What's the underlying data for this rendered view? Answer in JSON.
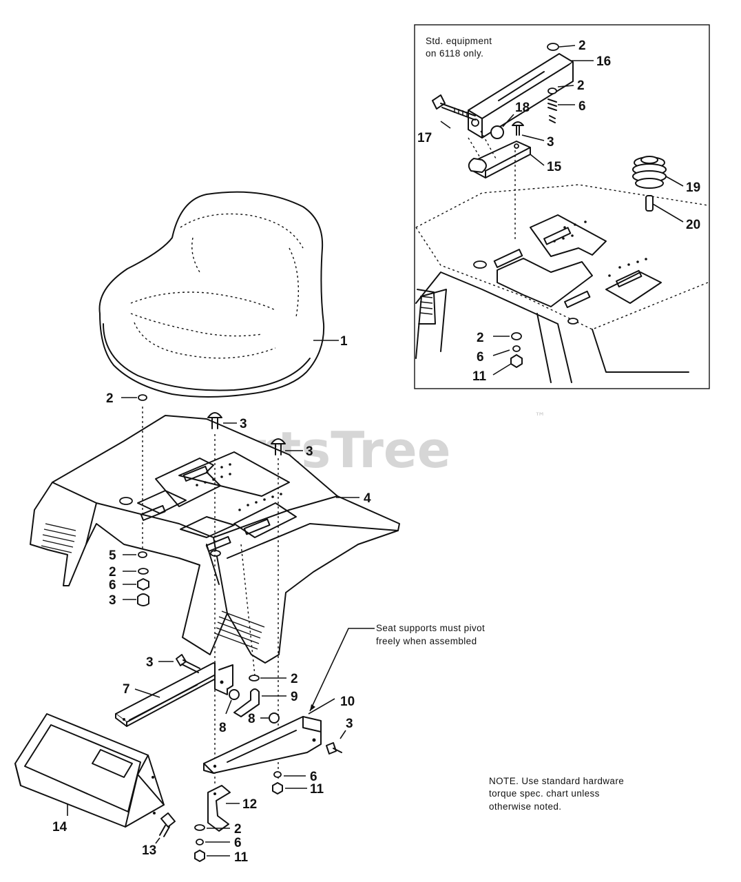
{
  "watermark": {
    "text": "PartsTree",
    "trademark": "™"
  },
  "inset_note": {
    "line1": "Std. equipment",
    "line2": "on 6118 only."
  },
  "pivot_note": {
    "line1": "Seat supports must pivot",
    "line2": "freely when assembled"
  },
  "hardware_note": {
    "line1": "NOTE. Use standard hardware",
    "line2": "torque spec. chart unless",
    "line3": "otherwise noted."
  },
  "callouts": {
    "c2_inset_top": "2",
    "c16": "16",
    "c2_inset_mid": "2",
    "c6_inset_mid": "6",
    "c18": "18",
    "c17": "17",
    "c3_inset": "3",
    "c15": "15",
    "c19": "19",
    "c20": "20",
    "c2_inset_low": "2",
    "c6_inset_low": "6",
    "c11_inset_low": "11",
    "c1": "1",
    "c2_seat": "2",
    "c3_top": "3",
    "c3_right": "3",
    "c4": "4",
    "c5": "5",
    "c2_left": "2",
    "c6_left": "6",
    "c3_left": "3",
    "c3_bracket": "3",
    "c7": "7",
    "c8_left": "8",
    "c2_center": "2",
    "c9": "9",
    "c8_center": "8",
    "c10": "10",
    "c3_support": "3",
    "c6_center": "6",
    "c11_center": "11",
    "c12": "12",
    "c2_bottom": "2",
    "c6_bottom": "6",
    "c11_bottom": "11",
    "c14": "14",
    "c13": "13"
  }
}
